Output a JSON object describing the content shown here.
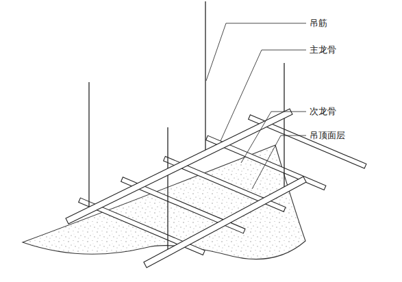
{
  "diagram": {
    "labels": [
      "吊筋",
      "主龙骨",
      "次龙骨",
      "吊顶面层"
    ]
  }
}
